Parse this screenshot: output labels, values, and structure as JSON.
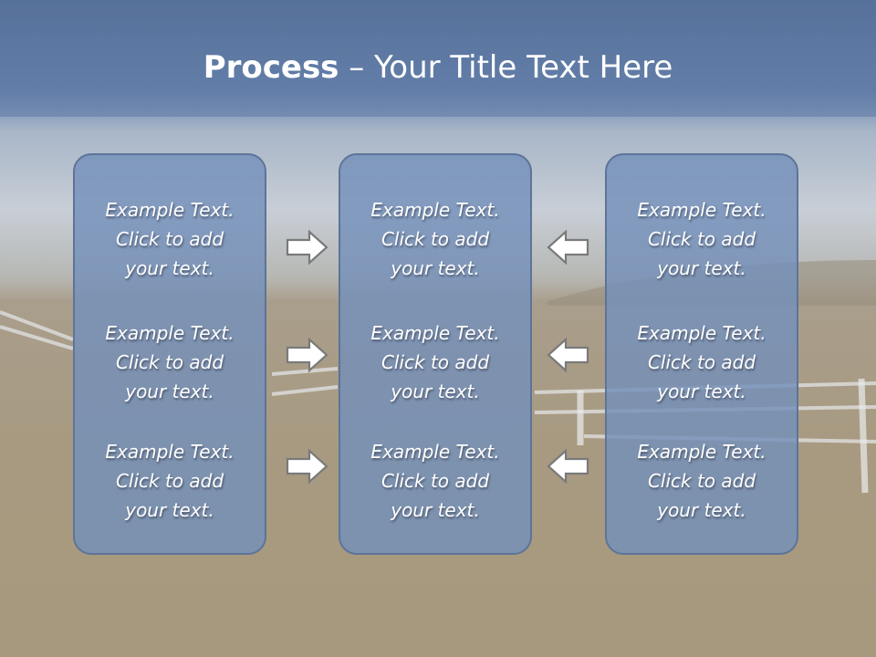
{
  "slide": {
    "title_bold": "Process",
    "title_rest": " – Your Title Text Here"
  },
  "panels": [
    {
      "items": [
        {
          "line1": "Example Text.",
          "line2": "Click  to add",
          "line3": "your text."
        },
        {
          "line1": "Example Text.",
          "line2": "Click  to add",
          "line3": "your text."
        },
        {
          "line1": "Example Text.",
          "line2": "Click  to add",
          "line3": "your text."
        }
      ]
    },
    {
      "items": [
        {
          "line1": "Example Text.",
          "line2": "Click  to add",
          "line3": "your text."
        },
        {
          "line1": "Example Text.",
          "line2": "Click  to add",
          "line3": "your text."
        },
        {
          "line1": "Example Text.",
          "line2": "Click  to add",
          "line3": "your text."
        }
      ]
    },
    {
      "items": [
        {
          "line1": "Example Text.",
          "line2": "Click  to add",
          "line3": "your text."
        },
        {
          "line1": "Example Text.",
          "line2": "Click  to add",
          "line3": "your text."
        },
        {
          "line1": "Example Text.",
          "line2": "Click  to add",
          "line3": "your text."
        }
      ]
    }
  ],
  "arrows": {
    "left_column": "arrow-right-icon",
    "right_column": "arrow-left-icon"
  },
  "colors": {
    "panel_fill": "#7490ba",
    "panel_border": "#5d7499",
    "sky": "#5f7aa3",
    "field": "#a79a80"
  }
}
